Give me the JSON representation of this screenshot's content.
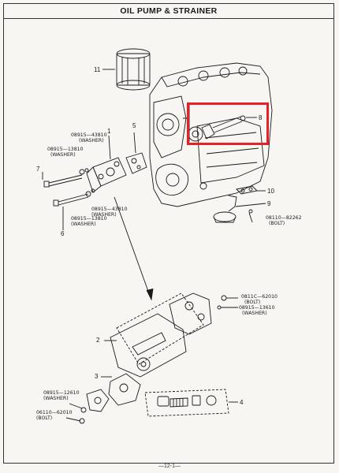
{
  "header": {
    "title": "OIL PUMP & STRAINER"
  },
  "callouts": {
    "n1": "1",
    "n2": "2",
    "n3": "3",
    "n4": "4",
    "n5": "5",
    "n6": "6",
    "n7": "7",
    "n8": "8",
    "n9": "9",
    "n10": "10",
    "n11": "11"
  },
  "parts": {
    "p_08915_43810_a": "08915—43810",
    "p_08915_43810_a_note": "(WASHER)",
    "p_08915_13810_a": "08915—13810",
    "p_08915_13810_a_note": "(WASHER)",
    "p_08915_43810_b": "08915—43810",
    "p_08915_43810_b_note": "(WASHER)",
    "p_08915_13810_b": "08915—13810",
    "p_08915_13810_b_note": "(WASHER)",
    "p_08110_82262": "08110—82262",
    "p_08110_82262_note": "(BOLT)",
    "p_0811c_62010": "0811C—62010",
    "p_0811c_62010_note": "(BOLT)",
    "p_08915_13610_a": "08915—13610",
    "p_08915_13610_a_note": "(WASHER)",
    "p_08915_12610": "08915—12610",
    "p_08915_12610_note": "(WASHER)",
    "p_06110_62010": "06110—62010",
    "p_06110_62010_note": "(BOLT)"
  },
  "footer": {
    "page_number": "—12-1—"
  },
  "colors": {
    "highlight": "#e8202a",
    "ink": "#1a1a1a",
    "paper": "#f7f6f3"
  }
}
